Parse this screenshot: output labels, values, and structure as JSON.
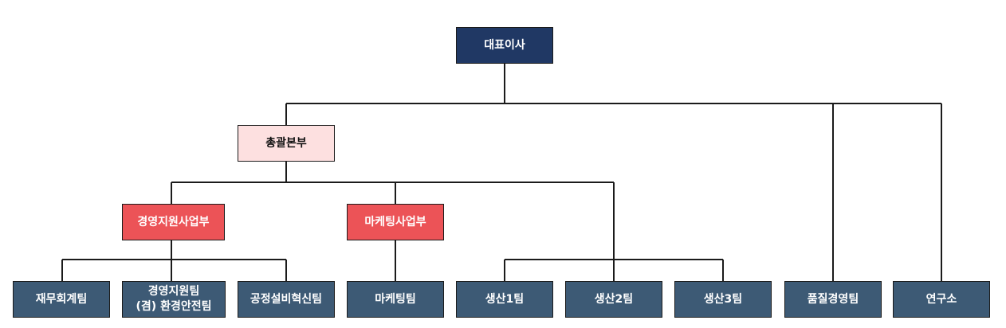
{
  "org_chart": {
    "ceo": "대표이사",
    "hq": "총괄본부",
    "divisions": {
      "management_support": "경영지원사업부",
      "marketing": "마케팅사업부"
    },
    "teams": {
      "finance_accounting": "재무회계팀",
      "management_support_line1": "경영지원팀",
      "management_support_line2": "(겸) 환경안전팀",
      "process_equipment_innovation": "공정설비혁신팀",
      "marketing": "마케팅팀",
      "production_1": "생산1팀",
      "production_2": "생산2팀",
      "production_3": "생산3팀",
      "quality_management": "품질경영팀",
      "research_lab": "연구소"
    }
  },
  "colors": {
    "ceo": "#203864",
    "hq": "#fde0e0",
    "division": "#ec5357",
    "team": "#3d5a75",
    "connector": "#1b1b1b"
  }
}
